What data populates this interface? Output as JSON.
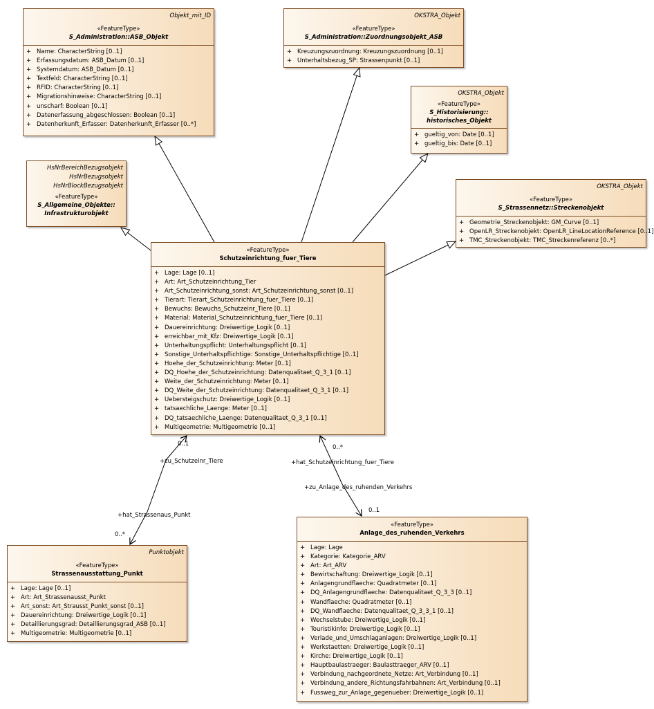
{
  "classes": [
    {
      "id": "asb",
      "tags": [
        "Objekt_mit_ID"
      ],
      "stereotype": "«FeatureType»",
      "name": "S_Administration::ASB_Objekt",
      "italic": true,
      "attributes": [
        {
          "vis": "+",
          "text": "Name: CharacterString [0..1]"
        },
        {
          "vis": "+",
          "text": "Erfassungsdatum: ASB_Datum [0..1]"
        },
        {
          "vis": "+",
          "text": "Systemdatum: ASB_Datum [0..1]"
        },
        {
          "vis": "+",
          "text": "Textfeld: CharacterString [0..1]"
        },
        {
          "vis": "+",
          "text": "RFID: CharacterString [0..1]"
        },
        {
          "vis": "+",
          "text": "Migrationshinweise: CharacterString [0..1]"
        },
        {
          "vis": "+",
          "text": "unscharf: Boolean [0..1]"
        },
        {
          "vis": "+",
          "text": "Datenerfassung_abgeschlossen: Boolean [0..1]"
        },
        {
          "vis": "+",
          "text": "Datenherkunft_Erfasser: Datenherkunft_Erfasser [0..*]"
        }
      ]
    },
    {
      "id": "zuord",
      "tags": [
        "OKSTRA_Objekt"
      ],
      "stereotype": "«FeatureType»",
      "name": "S_Administration::Zuordnungsobjekt_ASB",
      "italic": true,
      "attributes": [
        {
          "vis": "+",
          "text": "Kreuzungszuordnung: Kreuzungszuordnung [0..1]"
        },
        {
          "vis": "+",
          "text": "Unterhaltsbezug_SP: Strassenpunkt [0..1]"
        }
      ]
    },
    {
      "id": "hist",
      "tags": [
        "OKSTRA_Objekt"
      ],
      "stereotype": "«FeatureType»",
      "name": "S_Historisierung::\nhistorisches_Objekt",
      "italic": true,
      "attributes": [
        {
          "vis": "+",
          "text": "gueltig_von: Date [0..1]"
        },
        {
          "vis": "+",
          "text": "gueltig_bis: Date [0..1]"
        }
      ]
    },
    {
      "id": "infra",
      "tags": [
        "HsNrBereichBezugsobjekt",
        "HsNrBezugsobjekt",
        "HsNrBlockBezugsobjekt"
      ],
      "stereotype": "«FeatureType»",
      "name": "S_Allgemeine_Objekte::\nInfrastrukturobjekt",
      "italic": true,
      "attributes": []
    },
    {
      "id": "strecke",
      "tags": [
        "OKSTRA_Objekt"
      ],
      "stereotype": "«FeatureType»",
      "name": "S_Strassennetz::Streckenobjekt",
      "italic": true,
      "attributes": [
        {
          "vis": "+",
          "text": "Geometrie_Streckenobjekt: GM_Curve [0..1]"
        },
        {
          "vis": "+",
          "text": "OpenLR_Streckenobjekt: OpenLR_LineLocationReference [0..1]"
        },
        {
          "vis": "+",
          "text": "TMC_Streckenobjekt: TMC_Streckenreferenz [0..*]"
        }
      ]
    },
    {
      "id": "schutz",
      "tags": [],
      "stereotype": "«FeatureType»",
      "name": "Schutzeinrichtung_fuer_Tiere",
      "italic": false,
      "attributes": [
        {
          "vis": "+",
          "text": "Lage: Lage [0..1]"
        },
        {
          "vis": "+",
          "text": "Art: Art_Schutzeinrichtung_Tier"
        },
        {
          "vis": "+",
          "text": "Art_Schutzeinrichtung_sonst: Art_Schutzeinrichtung_sonst [0..1]"
        },
        {
          "vis": "+",
          "text": "Tierart: Tierart_Schutzeinrichtung_fuer_Tiere [0..1]"
        },
        {
          "vis": "+",
          "text": "Bewuchs: Bewuchs_Schutzeinr_Tiere [0..1]"
        },
        {
          "vis": "+",
          "text": "Material: Material_Schutzeinrichtung_fuer_Tiere [0..1]"
        },
        {
          "vis": "+",
          "text": "Dauereinrichtung: Dreiwertige_Logik [0..1]"
        },
        {
          "vis": "+",
          "text": "erreichbar_mit_Kfz: Dreiwertige_Logik [0..1]"
        },
        {
          "vis": "+",
          "text": "Unterhaltungspflicht: Unterhaltungspflicht [0..1]"
        },
        {
          "vis": "+",
          "text": "Sonstige_Unterhaltspflichtige: Sonstige_Unterhaltspflichtige [0..1]"
        },
        {
          "vis": "+",
          "text": "Hoehe_der_Schutzeinrichtung: Meter [0..1]"
        },
        {
          "vis": "+",
          "text": "DQ_Hoehe_der_Schutzeinrichtung: Datenqualitaet_Q_3_1 [0..1]"
        },
        {
          "vis": "+",
          "text": "Weite_der_Schutzeinrichtung: Meter [0..1]"
        },
        {
          "vis": "+",
          "text": "DQ_Weite_der_Schutzeinrichtung: Datenqualitaet_Q_3_1 [0..1]"
        },
        {
          "vis": "+",
          "text": "Uebersteigschutz: Dreiwertige_Logik [0..1]"
        },
        {
          "vis": "+",
          "text": "tatsaechliche_Laenge: Meter [0..1]"
        },
        {
          "vis": "+",
          "text": "DQ_tatsaechliche_Laenge: Datenqualitaet_Q_3_1 [0..1]"
        },
        {
          "vis": "+",
          "text": "Multigeometrie: Multigeometrie [0..1]"
        }
      ]
    },
    {
      "id": "punkt",
      "tags": [
        "Punktobjekt"
      ],
      "stereotype": "«FeatureType»",
      "name": "Strassenausstattung_Punkt",
      "italic": false,
      "attributes": [
        {
          "vis": "+",
          "text": "Lage: Lage [0..1]"
        },
        {
          "vis": "+",
          "text": "Art: Art_Strassenausst_Punkt"
        },
        {
          "vis": "+",
          "text": "Art_sonst: Art_Strausst_Punkt_sonst [0..1]"
        },
        {
          "vis": "+",
          "text": "Dauereinrichtung: Dreiwertige_Logik [0..1]"
        },
        {
          "vis": "+",
          "text": "Detaillierungsgrad: Detaillierungsgrad_ASB [0..1]"
        },
        {
          "vis": "+",
          "text": "Multigeometrie: Multigeometrie [0..1]"
        }
      ]
    },
    {
      "id": "anlage",
      "tags": [],
      "stereotype": "«FeatureType»",
      "name": "Anlage_des_ruhenden_Verkehrs",
      "italic": false,
      "attributes": [
        {
          "vis": "+",
          "text": "Lage: Lage"
        },
        {
          "vis": "+",
          "text": "Kategorie: Kategorie_ARV"
        },
        {
          "vis": "+",
          "text": "Art: Art_ARV"
        },
        {
          "vis": "+",
          "text": "Bewirtschaftung: Dreiwertige_Logik [0..1]"
        },
        {
          "vis": "+",
          "text": "Anlagengrundflaeche: Quadratmeter [0..1]"
        },
        {
          "vis": "+",
          "text": "DQ_Anlagengrundflaeche: Datenqualitaet_Q_3_3 [0..1]"
        },
        {
          "vis": "+",
          "text": "Wandflaeche: Quadratmeter [0..1]"
        },
        {
          "vis": "+",
          "text": "DQ_Wandflaeche: Datenqualitaet_Q_3_3_1 [0..1]"
        },
        {
          "vis": "+",
          "text": "Wechselstube: Dreiwertige_Logik [0..1]"
        },
        {
          "vis": "+",
          "text": "Touristikinfo: Dreiwertige_Logik [0..1]"
        },
        {
          "vis": "+",
          "text": "Verlade_und_Umschlaganlagen: Dreiwertige_Logik [0..1]"
        },
        {
          "vis": "+",
          "text": "Werkstaetten: Dreiwertige_Logik [0..1]"
        },
        {
          "vis": "+",
          "text": "Kirche: Dreiwertige_Logik [0..1]"
        },
        {
          "vis": "+",
          "text": "Hauptbaulastraeger: Baulasttraeger_ARV [0..1]"
        },
        {
          "vis": "+",
          "text": "Verbindung_nachgeordnete_Netze: Art_Verbindung [0..1]"
        },
        {
          "vis": "+",
          "text": "Verbindung_andere_Richtungsfahrbahnen: Art_Verbindung [0..1]"
        },
        {
          "vis": "+",
          "text": "Fussweg_zur_Anlage_gegenueber: Dreiwertige_Logik [0..1]"
        }
      ]
    }
  ],
  "associations": {
    "punkt_assoc": {
      "role_top": "+zu_Schutzeinr_Tiere",
      "mult_top": "0..1",
      "role_bottom": "+hat_Strassenaus_Punkt",
      "mult_bottom": "0..*"
    },
    "anlage_assoc": {
      "role_top": "+hat_Schutzeinrichtung_fuer_Tiere",
      "mult_top": "0..*",
      "role_bottom": "+zu_Anlage_des_ruhenden_Verkehrs",
      "mult_bottom": "0..1"
    }
  },
  "colors": {
    "border": "#7a4a20",
    "fill_light": "#fdf7ee",
    "fill_dark": "#f6dcba"
  }
}
